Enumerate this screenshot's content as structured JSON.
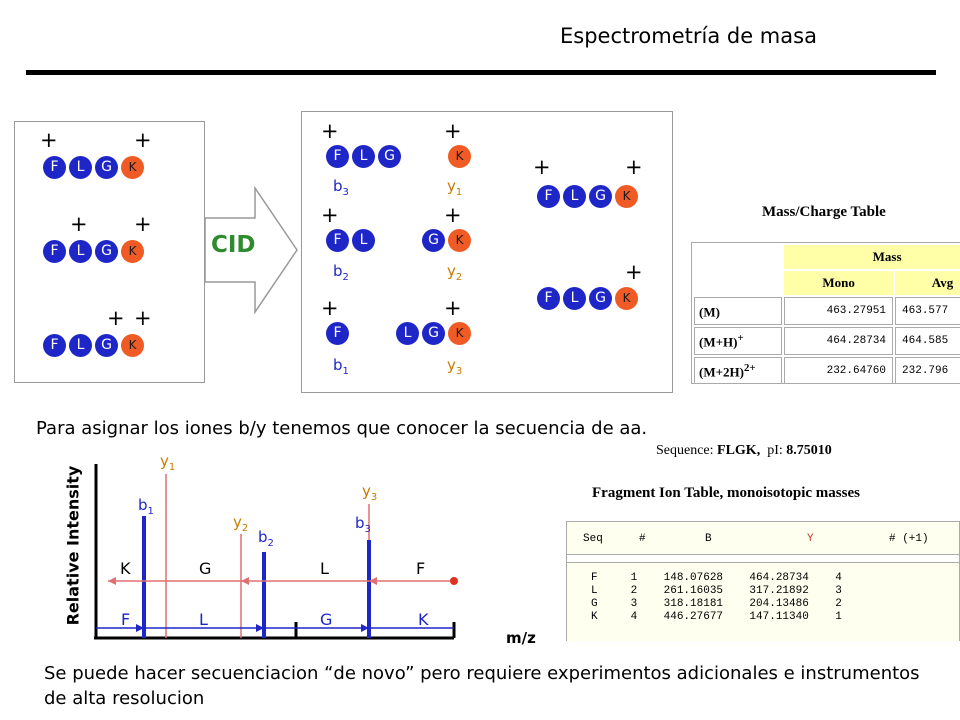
{
  "title": "Espectrometría de masa",
  "cid_label": "CID",
  "residues": {
    "F": "F",
    "L": "L",
    "G": "G",
    "K": "K"
  },
  "plus": "+",
  "ion_labels": {
    "b3": "b",
    "y1": "y",
    "b2": "b",
    "y2": "y",
    "b1": "b",
    "y3": "y",
    "sub1": "1",
    "sub2": "2",
    "sub3": "3"
  },
  "mass_charge_table": {
    "title": "Mass/Charge Table",
    "group_header": "Mass",
    "col_mono": "Mono",
    "col_avg": "Avg",
    "rows": [
      {
        "label": "(M)",
        "sup": "",
        "mono": "463.27951",
        "avg": "463.577"
      },
      {
        "label": "(M+H)",
        "sup": "+",
        "mono": "464.28734",
        "avg": "464.585"
      },
      {
        "label": "(M+2H)",
        "sup": "2+",
        "mono": "232.64760",
        "avg": "232.796"
      }
    ]
  },
  "text1": "Para asignar los iones b/y tenemos que conocer la secuencia de aa.",
  "sequence": {
    "label": "Sequence:",
    "value": "FLGK,",
    "pi_label": "pI:",
    "pi_value": "8.75010"
  },
  "fragment_table": {
    "title": "Fragment Ion Table, monoisotopic masses",
    "headers": [
      "Seq",
      "#",
      "B",
      "Y",
      "# (+1)"
    ],
    "rows": [
      [
        "F",
        "1",
        "148.07628",
        "464.28734",
        "4"
      ],
      [
        "L",
        "2",
        "261.16035",
        "317.21892",
        "3"
      ],
      [
        "G",
        "3",
        "318.18181",
        "204.13486",
        "2"
      ],
      [
        "K",
        "4",
        "446.27677",
        "147.11340",
        "1"
      ]
    ]
  },
  "spectrum": {
    "ylabel": "Relative Intensity",
    "xlabel": "m/z",
    "top_sequence": [
      "K",
      "G",
      "L",
      "F"
    ],
    "bottom_sequence": [
      "F",
      "L",
      "G",
      "K"
    ]
  },
  "text2": "Se puede hacer secuenciacion “de novo” pero requiere experimentos adicionales e instrumentos de alta resolucion",
  "colors": {
    "blue": "#1f26c7",
    "red": "#f05a24",
    "green": "#2e8b2e",
    "yion": "#e07070",
    "table_yellow": "#ffffa8"
  }
}
